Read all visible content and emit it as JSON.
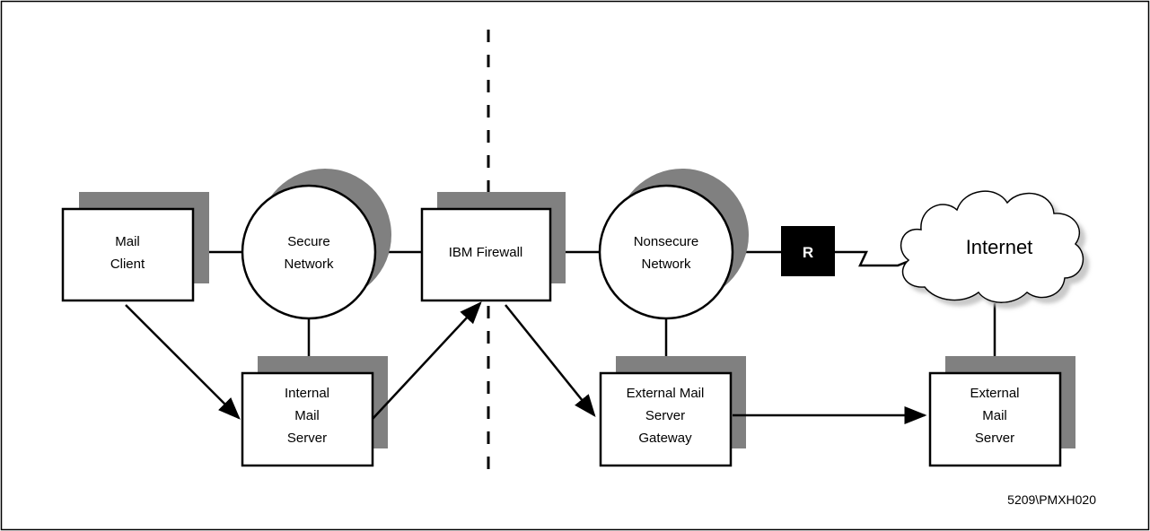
{
  "nodes": {
    "mail_client": [
      "Mail",
      "Client"
    ],
    "secure_network": [
      "Secure",
      "Network"
    ],
    "ibm_firewall": [
      "IBM Firewall"
    ],
    "nonsecure_network": [
      "Nonsecure",
      "Network"
    ],
    "router": "R",
    "internet": "Internet",
    "internal_mail_server": [
      "Internal",
      "Mail",
      "Server"
    ],
    "external_gateway": [
      "External Mail",
      "Server",
      "Gateway"
    ],
    "external_mail_server": [
      "External",
      "Mail",
      "Server"
    ]
  },
  "footer_id": "5209\\PMXH020",
  "colors": {
    "shadow": "#808080",
    "line": "#000000",
    "router_fill": "#000000",
    "router_text": "#ffffff",
    "background": "#ffffff"
  }
}
